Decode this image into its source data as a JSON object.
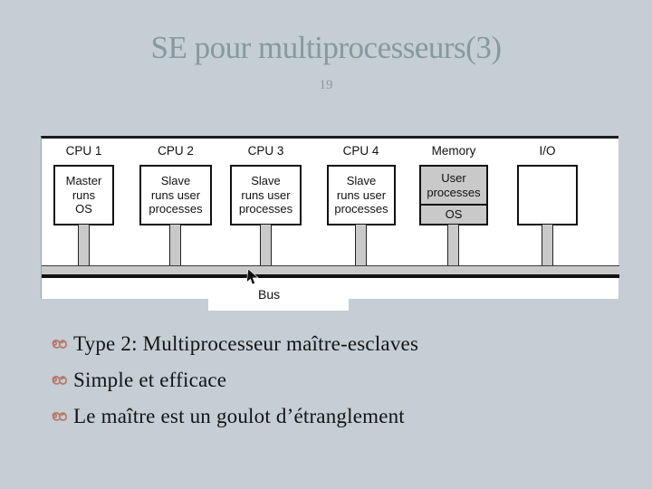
{
  "slide": {
    "title": "SE pour multiprocesseurs(3)",
    "page_number": "19",
    "colors": {
      "background": "#c5ced4",
      "title_text": "#8599a0",
      "body_text": "#141414",
      "bullet_ornament": "#b9766b",
      "diagram_gray": "#c9c9c9",
      "diagram_line": "#1c1c1c"
    }
  },
  "diagram": {
    "bus_label": "Bus",
    "icons": {
      "cursor": "mouse-pointer-arrow",
      "bullet": "ribbon-ornament"
    },
    "nodes": [
      {
        "label": "CPU 1",
        "lines": [
          "Master",
          "runs",
          "OS"
        ]
      },
      {
        "label": "CPU 2",
        "lines": [
          "Slave",
          "runs user",
          "processes"
        ]
      },
      {
        "label": "CPU 3",
        "lines": [
          "Slave",
          "runs user",
          "processes"
        ]
      },
      {
        "label": "CPU 4",
        "lines": [
          "Slave",
          "runs user",
          "processes"
        ]
      },
      {
        "label": "Memory",
        "top_lines": [
          "User",
          "processes"
        ],
        "bottom_label": "OS"
      },
      {
        "label": "I/O"
      }
    ]
  },
  "bullets": [
    {
      "text": "Type 2: Multiprocesseur maître-esclaves"
    },
    {
      "text": "Simple et efficace"
    },
    {
      "text": "Le maître est un goulot d’étranglement"
    }
  ]
}
